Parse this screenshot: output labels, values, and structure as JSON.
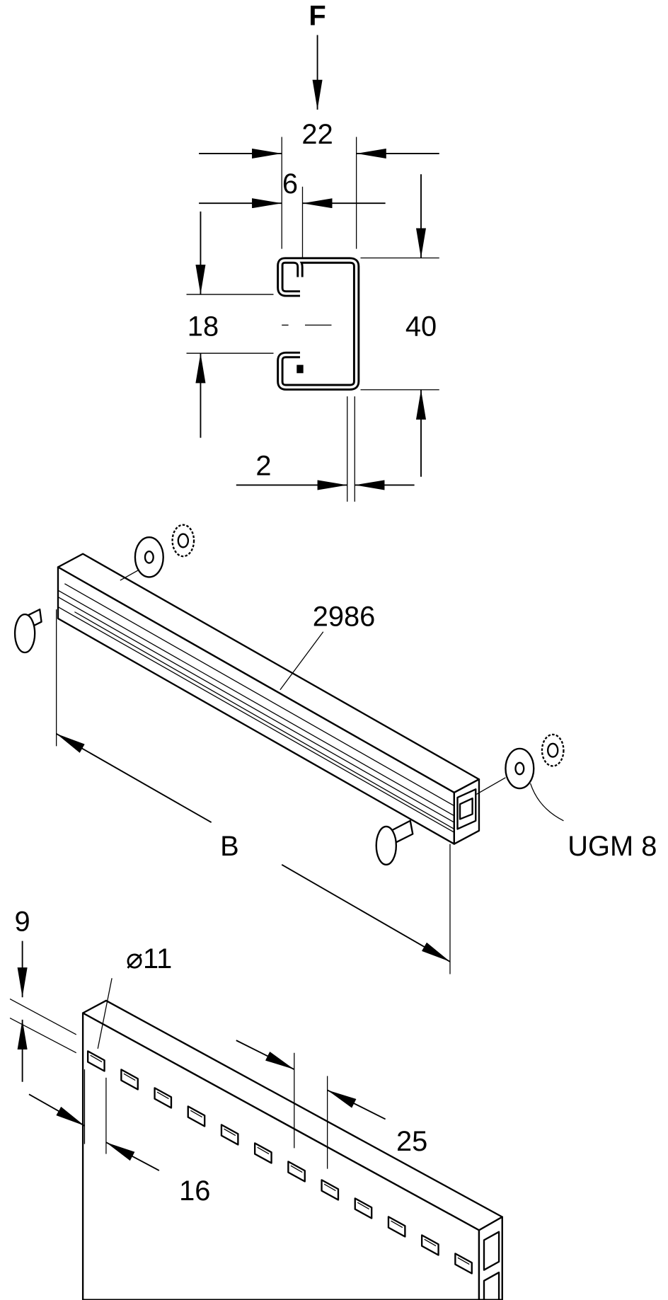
{
  "profile": {
    "force_label": "F",
    "width_label": "22",
    "slot_label": "6",
    "opening_label": "18",
    "height_label": "40",
    "thickness_label": "2"
  },
  "rail": {
    "length_label": "2986",
    "width_dim_label": "B",
    "hardware_label": "UGM 8"
  },
  "perforated_rail": {
    "offset_label": "9",
    "hole_label": "⌀11",
    "pitch_label": "25",
    "edge_label": "16"
  }
}
